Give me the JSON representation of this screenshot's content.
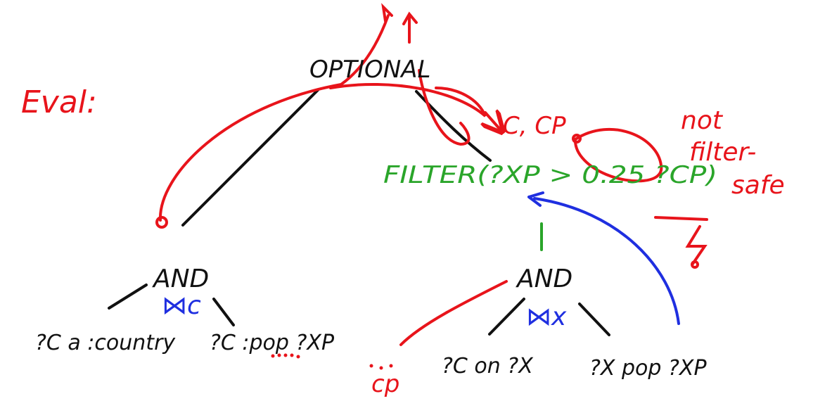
{
  "colors": {
    "black": "#111111",
    "red": "#e8141b",
    "green": "#2aa52a",
    "blue": "#1f2fe0"
  },
  "labels": {
    "eval": "Eval:",
    "optional": "OPTIONAL",
    "c_cp": "C, CP",
    "not_filter_safe_1": "not",
    "not_filter_safe_2": "filter-",
    "not_filter_safe_3": "safe",
    "filter_expr": "FILTER(?XP > 0.25 ?CP)",
    "left_and": "AND",
    "left_join": "⋈c",
    "left_pattern_1": "?C a :country",
    "left_pattern_2": "?C :pop ?XP",
    "right_and": "AND",
    "right_join": "⋈x",
    "right_missing": "cp",
    "right_pattern_1": "?C on ?X",
    "right_pattern_2": "?X pop ?XP"
  }
}
